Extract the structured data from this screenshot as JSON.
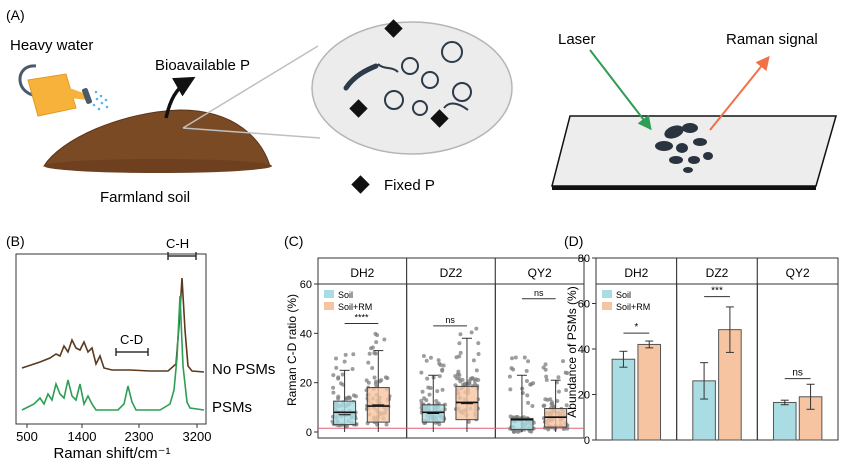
{
  "panel_a": {
    "label": "(A)",
    "heavy_water": "Heavy water",
    "bioavailable": "Bioavailable P",
    "farmland": "Farmland soil",
    "fixed_p": "Fixed P",
    "laser": "Laser",
    "raman_signal": "Raman signal"
  },
  "panel_b": {
    "label": "(B)",
    "ch_label": "C-H",
    "cd_label": "C-D",
    "series": [
      {
        "name": "No PSMs",
        "color": "#5b3a1e"
      },
      {
        "name": "PSMs",
        "color": "#2f9e55"
      }
    ],
    "xlabel": "Raman shift/cm⁻¹",
    "xticks": [
      "500",
      "1400",
      "2300",
      "3200"
    ]
  },
  "chart_data": [
    {
      "panel": "(C)",
      "type": "box",
      "ylabel": "Raman C-D ratio (%)",
      "ylim": [
        0,
        60
      ],
      "yticks": [
        "0",
        "20",
        "40",
        "60"
      ],
      "facets": [
        "DH2",
        "DZ2",
        "QY2"
      ],
      "legend": [
        "Soil",
        "Soil+RM"
      ],
      "legend_placement": "top-left",
      "colors": {
        "soil": "#a9dde3",
        "rm": "#f6c4a1"
      },
      "threshold_line": 1.5,
      "groups": [
        {
          "facet": "DH2",
          "series": "Soil",
          "q1": 3,
          "median": 8,
          "q3": 12.5,
          "whisker_low": 0,
          "whisker_high": 25,
          "mean": 7
        },
        {
          "facet": "DH2",
          "series": "Soil+RM",
          "q1": 4,
          "median": 10.5,
          "q3": 18,
          "whisker_low": 0,
          "whisker_high": 33,
          "mean": 11
        },
        {
          "facet": "DZ2",
          "series": "Soil",
          "q1": 4,
          "median": 8,
          "q3": 11,
          "whisker_low": 0,
          "whisker_high": 23,
          "mean": 7.5
        },
        {
          "facet": "DZ2",
          "series": "Soil+RM",
          "q1": 5,
          "median": 12,
          "q3": 18.5,
          "whisker_low": 0,
          "whisker_high": 38,
          "mean": 11.5
        },
        {
          "facet": "QY2",
          "series": "Soil",
          "q1": 1,
          "median": 5,
          "q3": 5.5,
          "whisker_low": 0,
          "whisker_high": 23,
          "mean": 5
        },
        {
          "facet": "QY2",
          "series": "Soil+RM",
          "q1": 2,
          "median": 6,
          "q3": 9.5,
          "whisker_low": 0,
          "whisker_high": 21,
          "mean": 6
        }
      ],
      "significance": [
        {
          "facet": "DH2",
          "label": "****",
          "y": 44
        },
        {
          "facet": "DZ2",
          "label": "ns",
          "y": 43
        },
        {
          "facet": "QY2",
          "label": "ns",
          "y": 54
        }
      ]
    },
    {
      "panel": "(D)",
      "type": "bar",
      "ylabel": "Abundance of PSMs (%)",
      "ylim": [
        0,
        80
      ],
      "yticks": [
        "0",
        "20",
        "40",
        "60",
        "80"
      ],
      "facets": [
        "DH2",
        "DZ2",
        "QY2"
      ],
      "legend": [
        "Soil",
        "Soil+RM"
      ],
      "legend_placement": "top-left",
      "colors": {
        "soil": "#a9dde3",
        "rm": "#f6c4a1"
      },
      "series": [
        {
          "name": "Soil",
          "values": [
            35.5,
            26,
            16.5
          ],
          "errors": [
            3.5,
            8,
            1
          ]
        },
        {
          "name": "Soil+RM",
          "values": [
            42,
            48.5,
            19
          ],
          "errors": [
            1.5,
            10,
            5.5
          ]
        }
      ],
      "significance": [
        {
          "facet": "DH2",
          "label": "*",
          "y": 47
        },
        {
          "facet": "DZ2",
          "label": "***",
          "y": 63
        },
        {
          "facet": "QY2",
          "label": "ns",
          "y": 27
        }
      ]
    }
  ]
}
